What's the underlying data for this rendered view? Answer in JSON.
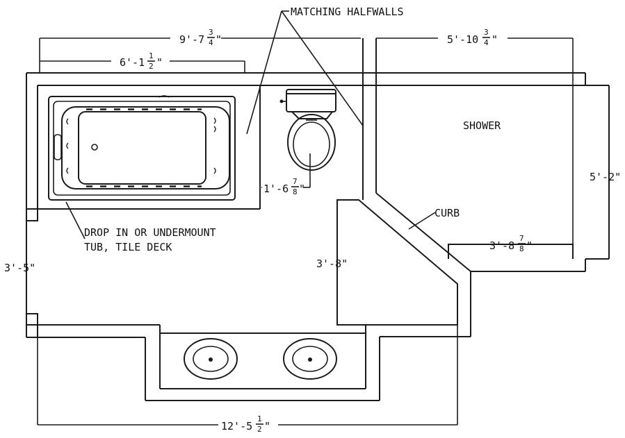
{
  "labels": {
    "halfwalls": "MATCHING HALFWALLS",
    "shower": "SHOWER",
    "curb": "CURB",
    "tub_line1": "DROP IN OR UNDERMOUNT",
    "tub_line2": "TUB, TILE DECK"
  },
  "dimensions": {
    "top_overall": {
      "whole": "9'-7",
      "num": "3",
      "den": "4",
      "tick": "\""
    },
    "top_tub": {
      "whole": "6'-1",
      "num": "1",
      "den": "2",
      "tick": "\""
    },
    "top_shower": {
      "whole": "5'-10",
      "num": "3",
      "den": "4",
      "tick": "\""
    },
    "toilet_clear": {
      "whole": "1'-6",
      "num": "7",
      "den": "8",
      "tick": "\""
    },
    "shower_depth": {
      "text": "3'-8",
      "tick": "\"",
      "num": "7",
      "den": "8"
    },
    "right_height": {
      "text": "5'-2\""
    },
    "left_height": {
      "text": "3'-5\""
    },
    "curb_height": {
      "text": "3'-8\""
    },
    "bottom_overall": {
      "whole": "12'-5",
      "num": "1",
      "den": "2",
      "tick": "\""
    }
  }
}
